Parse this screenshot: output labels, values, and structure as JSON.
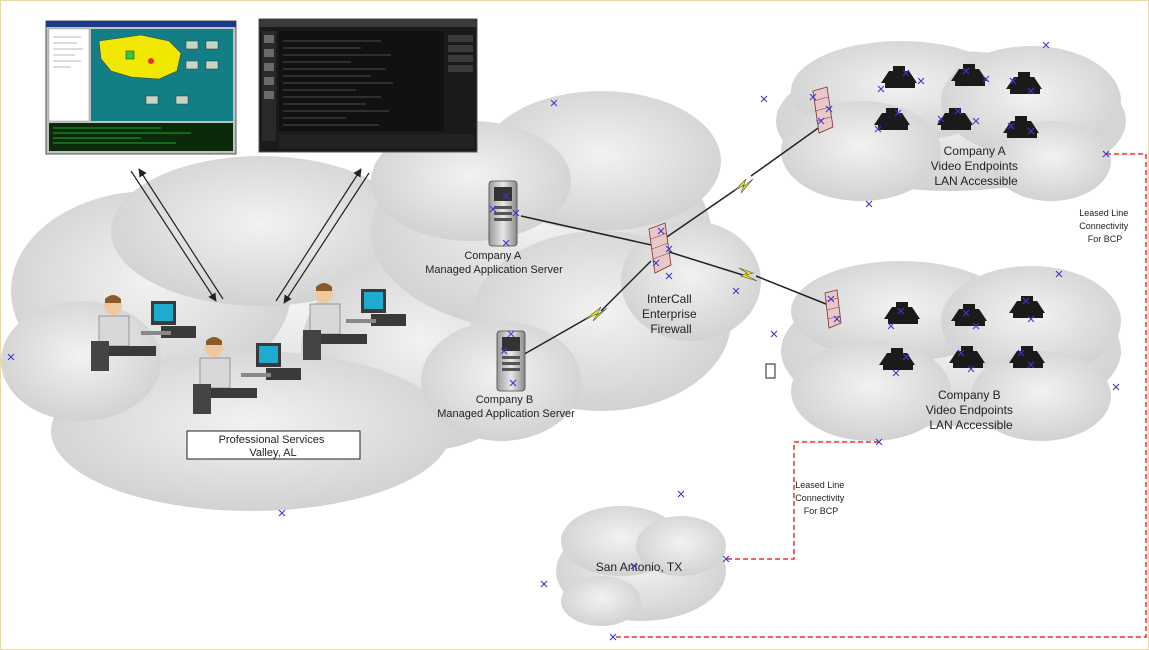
{
  "labels": {
    "server_a": [
      "Company A",
      "Managed Application Server"
    ],
    "server_b": [
      "Company B",
      "Managed Application Server"
    ],
    "firewall": [
      "InterCall",
      "Enterprise",
      "Firewall"
    ],
    "company_a": [
      "Company A",
      "Video Endpoints",
      "LAN Accessible"
    ],
    "company_b": [
      "Company B",
      "Video Endpoints",
      "LAN Accessible"
    ],
    "leased_right": [
      "Leased Line",
      "Connectivity",
      "For BCP"
    ],
    "leased_mid": [
      "Leased Line",
      "Connectivity",
      "For BCP"
    ],
    "pro_services": [
      "Professional Services",
      "Valley, AL"
    ],
    "san_antonio": "San Antonio, TX"
  },
  "colors": {
    "cloud": "#d9d9d9",
    "leased_line": "#e83030",
    "lightning": "#e8e800",
    "markers": "#3a3acc"
  }
}
